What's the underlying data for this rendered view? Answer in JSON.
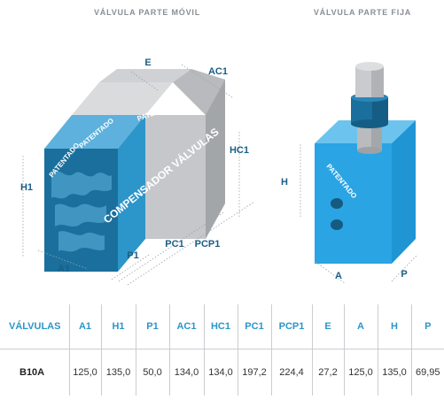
{
  "sections": {
    "moving_title": "VÁLVULA PARTE MÓVIL",
    "fixed_title": "VÁLVULA PARTE FIJA"
  },
  "moving_part": {
    "body_label": "COMPENSADOR VÁLVULAS",
    "patent_labels": [
      "PATENTADO",
      "PATENTADO",
      "PATENTADO"
    ],
    "dimensions": {
      "E": "E",
      "AC1": "AC1",
      "H1": "H1",
      "HC1": "HC1",
      "A1": "A1",
      "P1": "P1",
      "PC1": "PC1",
      "PCP1": "PCP1"
    }
  },
  "fixed_part": {
    "patent_label": "PATENTADO",
    "dimensions": {
      "H": "H",
      "A": "A",
      "P": "P"
    }
  },
  "colors": {
    "dark_blue": "#1b6f9c",
    "mid_blue": "#2c95c9",
    "light_blue": "#5db1dc",
    "bright_blue": "#2aa4e3",
    "gray_light": "#d9dbdd",
    "gray_mid": "#c5c7ca",
    "gray_dark": "#a3a6a9"
  },
  "table": {
    "headers": [
      "VÁLVULAS",
      "A1",
      "H1",
      "P1",
      "AC1",
      "HC1",
      "PC1",
      "PCP1",
      "E",
      "A",
      "H",
      "P"
    ],
    "rows": [
      [
        "B10A",
        "125,0",
        "135,0",
        "50,0",
        "134,0",
        "134,0",
        "197,2",
        "224,4",
        "27,2",
        "125,0",
        "135,0",
        "69,95"
      ]
    ]
  }
}
